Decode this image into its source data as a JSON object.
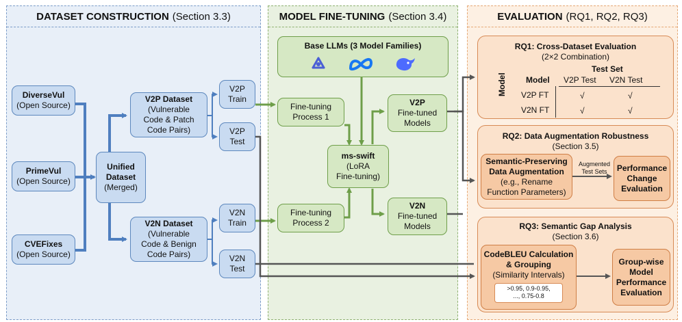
{
  "panels": {
    "dataset": {
      "title_bold": "DATASET CONSTRUCTION",
      "title_rest": "(Section 3.3)"
    },
    "finetune": {
      "title_bold": "MODEL FINE-TUNING",
      "title_rest": "(Section 3.4)"
    },
    "evaluation": {
      "title_bold": "EVALUATION",
      "title_rest": "(RQ1, RQ2, RQ3)"
    }
  },
  "sources": [
    {
      "name": "DiverseVul",
      "sub": "(Open Source)"
    },
    {
      "name": "PrimeVul",
      "sub": "(Open Source)"
    },
    {
      "name": "CVEFixes",
      "sub": "(Open Source)"
    }
  ],
  "unified": {
    "line1": "Unified",
    "line2": "Dataset",
    "line3": "(Merged)"
  },
  "v2p_dataset": {
    "title": "V2P Dataset",
    "l1": "(Vulnerable",
    "l2": "Code & Patch",
    "l3": "Code Pairs)"
  },
  "v2n_dataset": {
    "title": "V2N Dataset",
    "l1": "(Vulnerable",
    "l2": "Code & Benign",
    "l3": "Code Pairs)"
  },
  "splits": {
    "v2p_train": {
      "a": "V2P",
      "b": "Train"
    },
    "v2p_test": {
      "a": "V2P",
      "b": "Test"
    },
    "v2n_train": {
      "a": "V2N",
      "b": "Train"
    },
    "v2n_test": {
      "a": "V2N",
      "b": "Test"
    }
  },
  "base_llms": {
    "title": "Base LLMs (3 Model Families)"
  },
  "ft1": {
    "a": "Fine-tuning",
    "b": "Process 1"
  },
  "ft2": {
    "a": "Fine-tuning",
    "b": "Process 2"
  },
  "msswift": {
    "title": "ms-swift",
    "a": "(LoRA",
    "b": "Fine-tuning)"
  },
  "v2p_models": {
    "title": "V2P",
    "a": "Fine-tuned",
    "b": "Models"
  },
  "v2n_models": {
    "title": "V2N",
    "a": "Fine-tuned",
    "b": "Models"
  },
  "rq1": {
    "title": "RQ1: Cross-Dataset Evaluation",
    "subtitle": "(2×2 Combination)",
    "test_set": "Test Set",
    "model_col": "Model",
    "col1": "V2P Test",
    "col2": "V2N Test",
    "row_axis": "Model",
    "row1": "V2P FT",
    "row2": "V2N FT",
    "check": "√"
  },
  "rq2": {
    "title": "RQ2: Data Augmentation Robustness",
    "subtitle": "(Section 3.5)",
    "aug_title": "Semantic-Preserving",
    "aug_title2": "Data Augmentation",
    "aug_l1": "(e.g., Rename",
    "aug_l2": "Function Parameters)",
    "arrow_l1": "Augmented",
    "arrow_l2": "Test Sets",
    "perf_l1": "Performance",
    "perf_l2": "Change",
    "perf_l3": "Evaluation"
  },
  "rq3": {
    "title": "RQ3: Semantic Gap Analysis",
    "subtitle": "(Section 3.6)",
    "cb_l1": "CodeBLEU Calculation",
    "cb_l2": "& Grouping",
    "cb_l3": "(Similarity Intervals)",
    "int_l1": ">0.95, 0.9-0.95,",
    "int_l2": "..., 0.75-0.8",
    "gw_l1": "Group-wise",
    "gw_l2": "Model",
    "gw_l3": "Performance",
    "gw_l4": "Evaluation"
  },
  "colors": {
    "blue_arrow": "#4f7fbf",
    "green_arrow": "#6e9e49",
    "gray_arrow": "#555555"
  },
  "icons": [
    "chatglm-icon",
    "meta-icon",
    "deepseek-icon"
  ]
}
